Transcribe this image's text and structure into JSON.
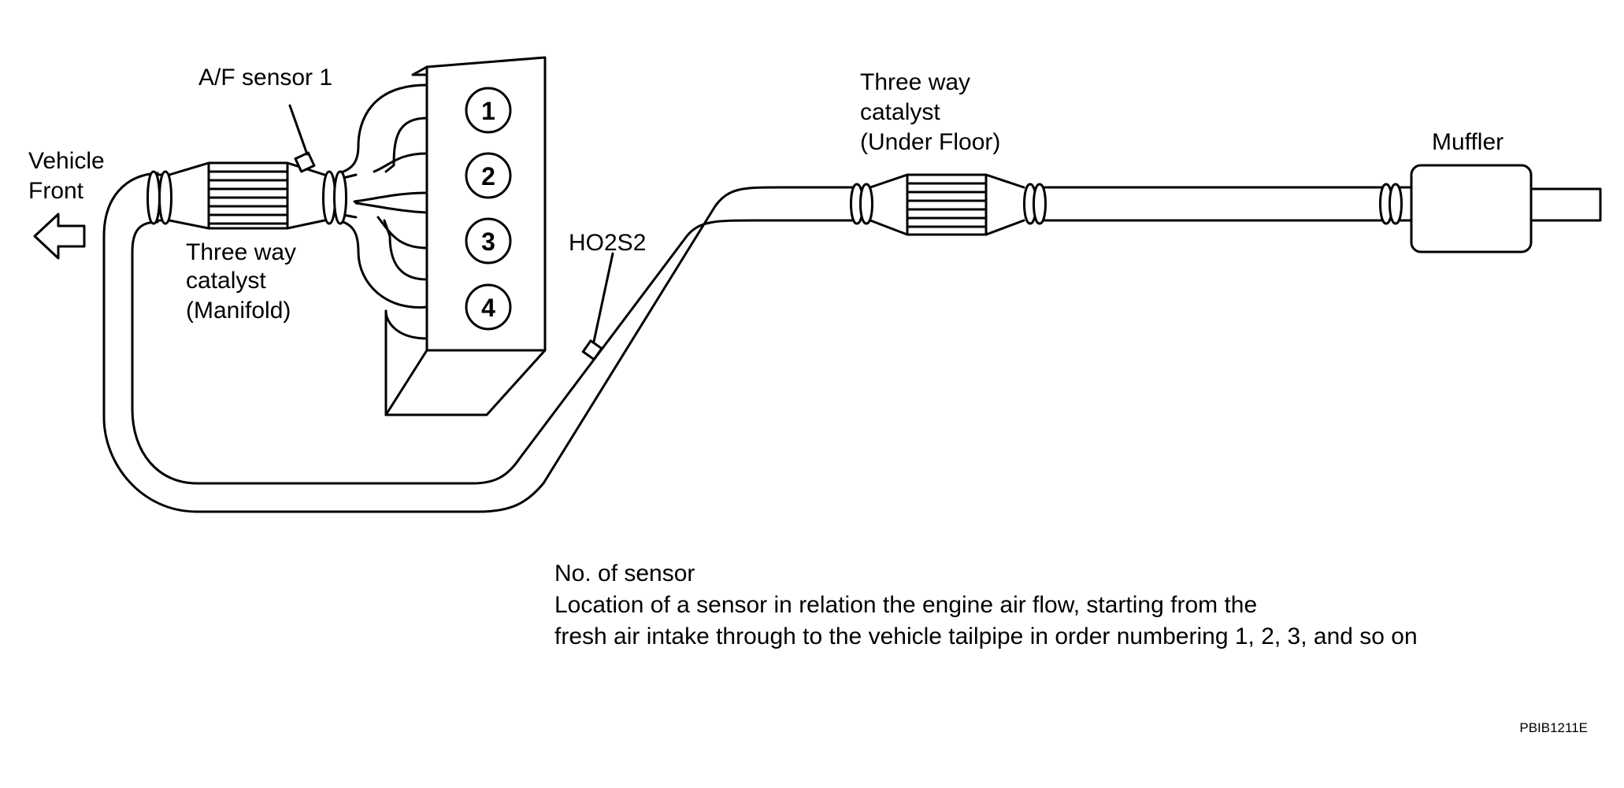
{
  "labels": {
    "vehicle_front_line1": "Vehicle",
    "vehicle_front_line2": "Front",
    "af_sensor": "A/F sensor 1",
    "manifold_catalyst_line1": "Three way",
    "manifold_catalyst_line2": "catalyst",
    "manifold_catalyst_line3": "(Manifold)",
    "ho2s2": "HO2S2",
    "underfloor_catalyst_line1": "Three way",
    "underfloor_catalyst_line2": "catalyst",
    "underfloor_catalyst_line3": "(Under Floor)",
    "muffler": "Muffler"
  },
  "cylinders": [
    "1",
    "2",
    "3",
    "4"
  ],
  "note": {
    "title": "No. of sensor",
    "line1": "Location of a sensor in relation the engine air flow, starting from the",
    "line2": "fresh air intake through to the vehicle tailpipe in order numbering 1, 2, 3, and so on"
  },
  "figure_code": "PBIB1211E",
  "colors": {
    "ink": "#000000",
    "paper": "#ffffff"
  }
}
